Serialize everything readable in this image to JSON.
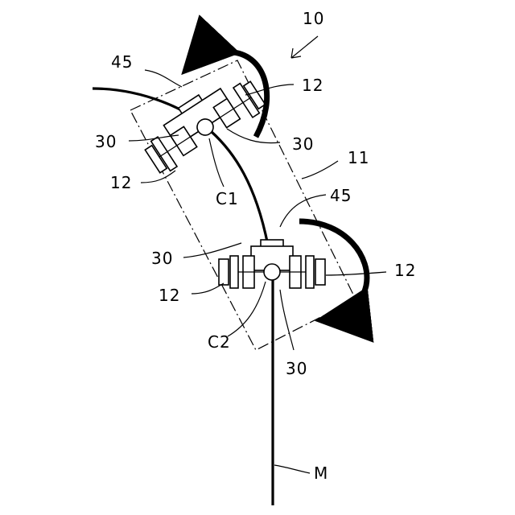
{
  "labels": {
    "assembly": "10",
    "frame": "11",
    "unit_top_right": "12",
    "unit_top_left": "12",
    "unit_bottom_right": "12",
    "unit_bottom_left": "12",
    "plate_top": "45",
    "plate_bottom": "45",
    "clamp_top_right": "30",
    "clamp_top_left": "30",
    "clamp_bottom_left": "30",
    "clamp_bottom_below": "30",
    "center_1": "C1",
    "center_2": "C2",
    "member": "M"
  },
  "colors": {
    "line": "#000000",
    "background": "#ffffff"
  }
}
